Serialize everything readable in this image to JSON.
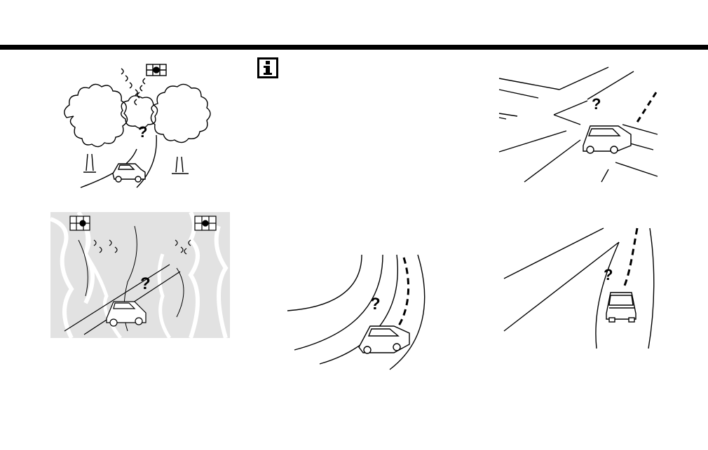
{
  "page": {
    "header_rule_color": "#000000",
    "info_icon": "info-icon",
    "illustrations": [
      {
        "name": "illustration-trees-blocking-satellite",
        "icons": [
          "satellite-icon",
          "tree-icon",
          "car-icon"
        ],
        "mark": "?"
      },
      {
        "name": "illustration-canyon-blocking-satellites",
        "icons": [
          "satellite-icon",
          "satellite-icon",
          "car-icon"
        ],
        "mark": "?"
      },
      {
        "name": "illustration-car-at-intersection",
        "icons": [
          "car-icon"
        ],
        "mark": "?"
      },
      {
        "name": "illustration-car-on-curved-road",
        "icons": [
          "car-icon"
        ],
        "mark": "?"
      },
      {
        "name": "illustration-car-at-road-fork",
        "icons": [
          "car-icon"
        ],
        "mark": "?"
      }
    ]
  }
}
